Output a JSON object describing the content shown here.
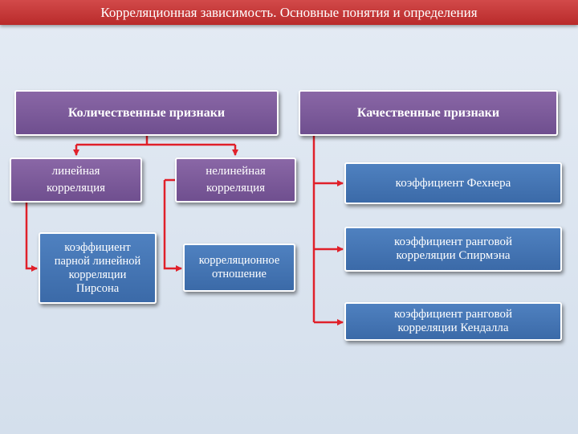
{
  "title": "Корреляционная зависимость. Основные понятия и определения",
  "colors": {
    "arrow": "#e0202a",
    "purple": "#7a5a9a",
    "blue": "#4a7cbd",
    "title_bar": "#c43434"
  },
  "quantitative": {
    "label": "Количественные признаки",
    "linear": {
      "line1": "линейная",
      "line2": "корреляция",
      "pearson": [
        "коэффициент",
        "парной линейной",
        "корреляции",
        "Пирсона"
      ]
    },
    "nonlinear": {
      "line1": "нелинейная",
      "line2": "корреляция",
      "ratio": [
        "корреляционное",
        "отношение"
      ]
    }
  },
  "qualitative": {
    "label": "Качественные признаки",
    "fechner": "коэффициент Фехнера",
    "spearman": [
      "коэффициент ранговой",
      "корреляции Спирмэна"
    ],
    "kendall": [
      "коэффициент ранговой",
      "корреляции Кендалла"
    ]
  }
}
